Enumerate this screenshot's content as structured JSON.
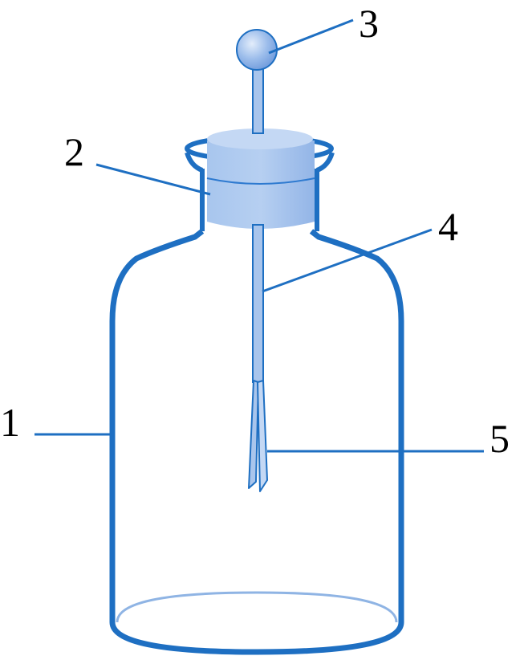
{
  "diagram": {
    "labels": [
      {
        "id": "bottle",
        "text": "1"
      },
      {
        "id": "stopper",
        "text": "2"
      },
      {
        "id": "ball",
        "text": "3"
      },
      {
        "id": "rod",
        "text": "4"
      },
      {
        "id": "leaves",
        "text": "5"
      }
    ]
  },
  "colors": {
    "outline": "#1E6FC2",
    "glass_light": "#8FB4E4",
    "stopper_fill": "#9CBDEB",
    "stopper_top": "#C4D8F4",
    "rod_fill": "#A9C5EC",
    "leader_line": "#1E6FC2",
    "label_text": "#000000"
  }
}
